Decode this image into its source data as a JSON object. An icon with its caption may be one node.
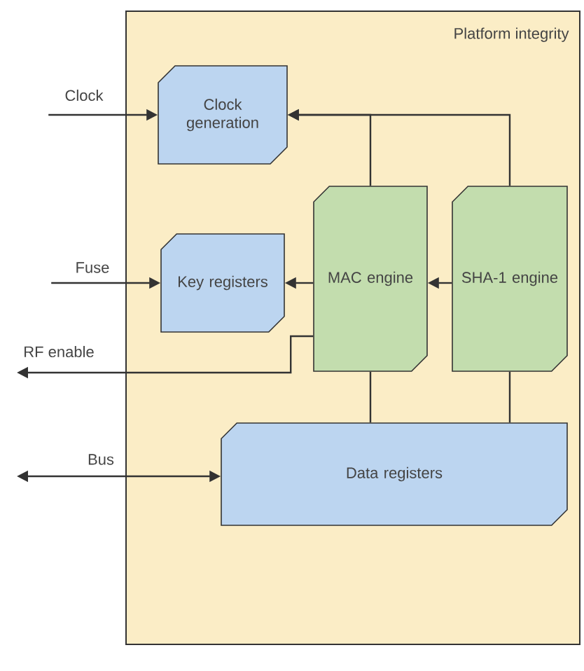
{
  "diagram": {
    "nodes": [
      {
        "text": [
          "Platform integrity"
        ]
      },
      {
        "text": [
          "Clock generation"
        ],
        "in": 0
      },
      {
        "text": [
          "Key registers"
        ],
        "in": 0
      },
      {
        "text": [
          "MAC engine"
        ],
        "in": 0
      },
      {
        "text": [
          "SHA-1 engine"
        ],
        "in": 0
      },
      {
        "text": [
          "Data registers"
        ],
        "in": 0
      }
    ],
    "edges": [
      {
        "from": null,
        "to": 1,
        "arrow": "to",
        "label": "Clock"
      },
      {
        "from": null,
        "to": 2,
        "arrow": "to",
        "label": "Fuse"
      },
      {
        "from": 3,
        "to": null,
        "arrow": "to",
        "label": "RF enable"
      },
      {
        "from": null,
        "to": 5,
        "arrow": "both",
        "label": "Bus"
      },
      {
        "from": 3,
        "to": 1,
        "arrow": "to"
      },
      {
        "from": 4,
        "to": 1,
        "arrow": "to"
      },
      {
        "from": 3,
        "to": 2,
        "arrow": "to"
      },
      {
        "from": 4,
        "to": 3,
        "arrow": "to"
      },
      {
        "from": 3,
        "to": 5,
        "arrow": "none"
      },
      {
        "from": 4,
        "to": 5,
        "arrow": "none"
      }
    ]
  }
}
